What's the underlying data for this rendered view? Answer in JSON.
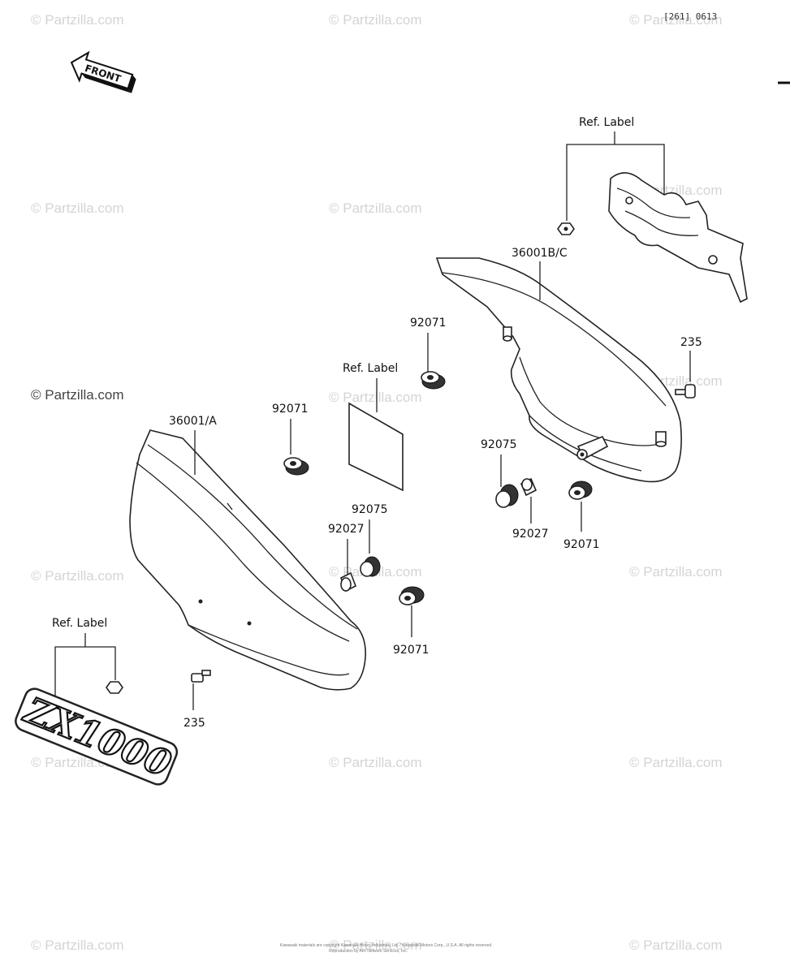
{
  "drawing_code": "[261] 0613",
  "watermark": "© Partzilla.com",
  "front_arrow": "FRONT",
  "labels": {
    "ref_label": "Ref. Label",
    "part_36001bc": "36001B/C",
    "part_36001a": "36001/A",
    "part_92071": "92071",
    "part_92075": "92075",
    "part_92027": "92027",
    "part_235": "235"
  },
  "logo_text": "ZX1000",
  "footer": {
    "line1": "Kawasaki materials are copyright Kawasaki Heavy Industries, Ltd. / Kawasaki Motors Corp., U.S.A. All rights reserved.",
    "line2": "Reproduction by ARI Network Services, Inc."
  }
}
